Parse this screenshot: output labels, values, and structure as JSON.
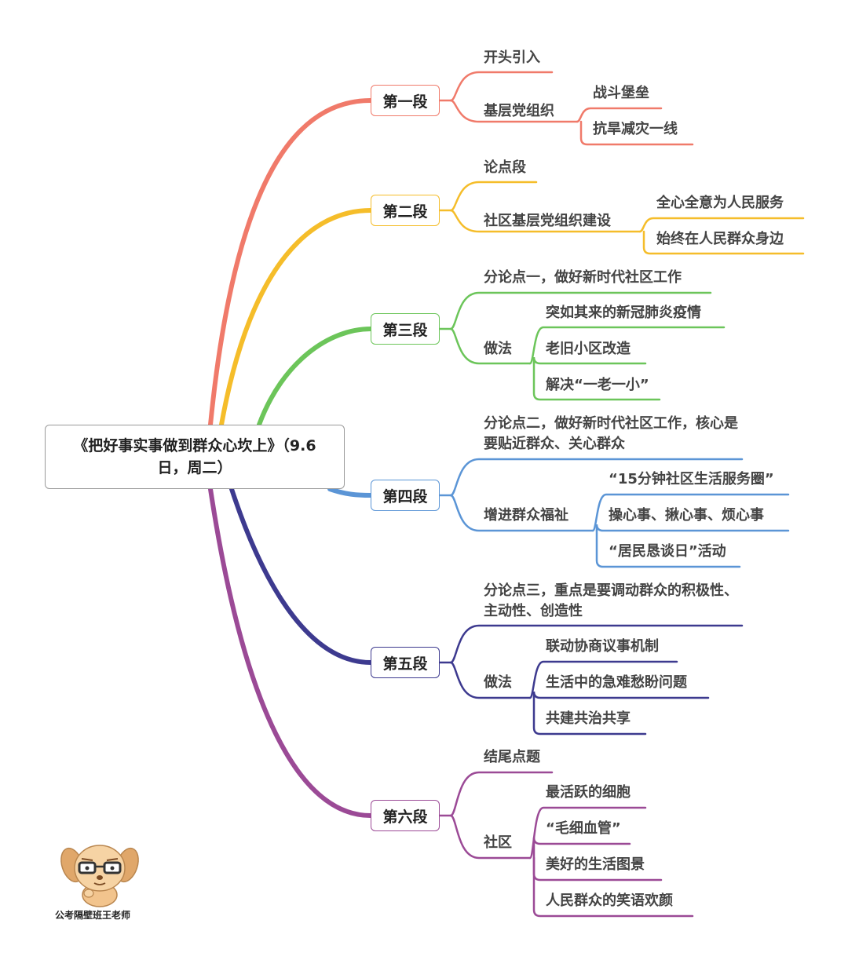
{
  "root": {
    "label": "《把好事实事做到群众心坎上》（9.6日，周二）"
  },
  "sections": [
    {
      "label": "第一段",
      "color": "#f07a6a",
      "children": [
        {
          "label": "开头引入",
          "children": []
        },
        {
          "label": "基层党组织",
          "children": [
            "战斗堡垒",
            "抗旱减灾一线"
          ]
        }
      ]
    },
    {
      "label": "第二段",
      "color": "#f5bd2a",
      "children": [
        {
          "label": "论点段",
          "children": []
        },
        {
          "label": "社区基层党组织建设",
          "children": [
            "全心全意为人民服务",
            "始终在人民群众身边"
          ]
        }
      ]
    },
    {
      "label": "第三段",
      "color": "#6cc55a",
      "children": [
        {
          "label": "分论点一，做好新时代社区工作",
          "children": []
        },
        {
          "label": "做法",
          "children": [
            "突如其来的新冠肺炎疫情",
            "老旧小区改造",
            "解决“一老一小”"
          ]
        }
      ]
    },
    {
      "label": "第四段",
      "color": "#5b95d6",
      "children": [
        {
          "label": "分论点二，做好新时代社区工作，核心是要贴近群众、关心群众",
          "children": []
        },
        {
          "label": "增进群众福祉",
          "children": [
            "“15分钟社区生活服务圈”",
            "操心事、揪心事、烦心事",
            "“居民恳谈日”活动"
          ]
        }
      ]
    },
    {
      "label": "第五段",
      "color": "#3d3a8f",
      "children": [
        {
          "label": "分论点三，重点是要调动群众的积极性、主动性、创造性",
          "children": []
        },
        {
          "label": "做法",
          "children": [
            "联动协商议事机制",
            "生活中的急难愁盼问题",
            "共建共治共享"
          ]
        }
      ]
    },
    {
      "label": "第六段",
      "color": "#9b4a96",
      "children": [
        {
          "label": "结尾点题",
          "children": []
        },
        {
          "label": "社区",
          "children": [
            "最活跃的细胞",
            "“毛细血管”",
            "美好的生活图景",
            "人民群众的笑语欢颜"
          ]
        }
      ]
    }
  ],
  "signature": "公考隔壁班王老师"
}
